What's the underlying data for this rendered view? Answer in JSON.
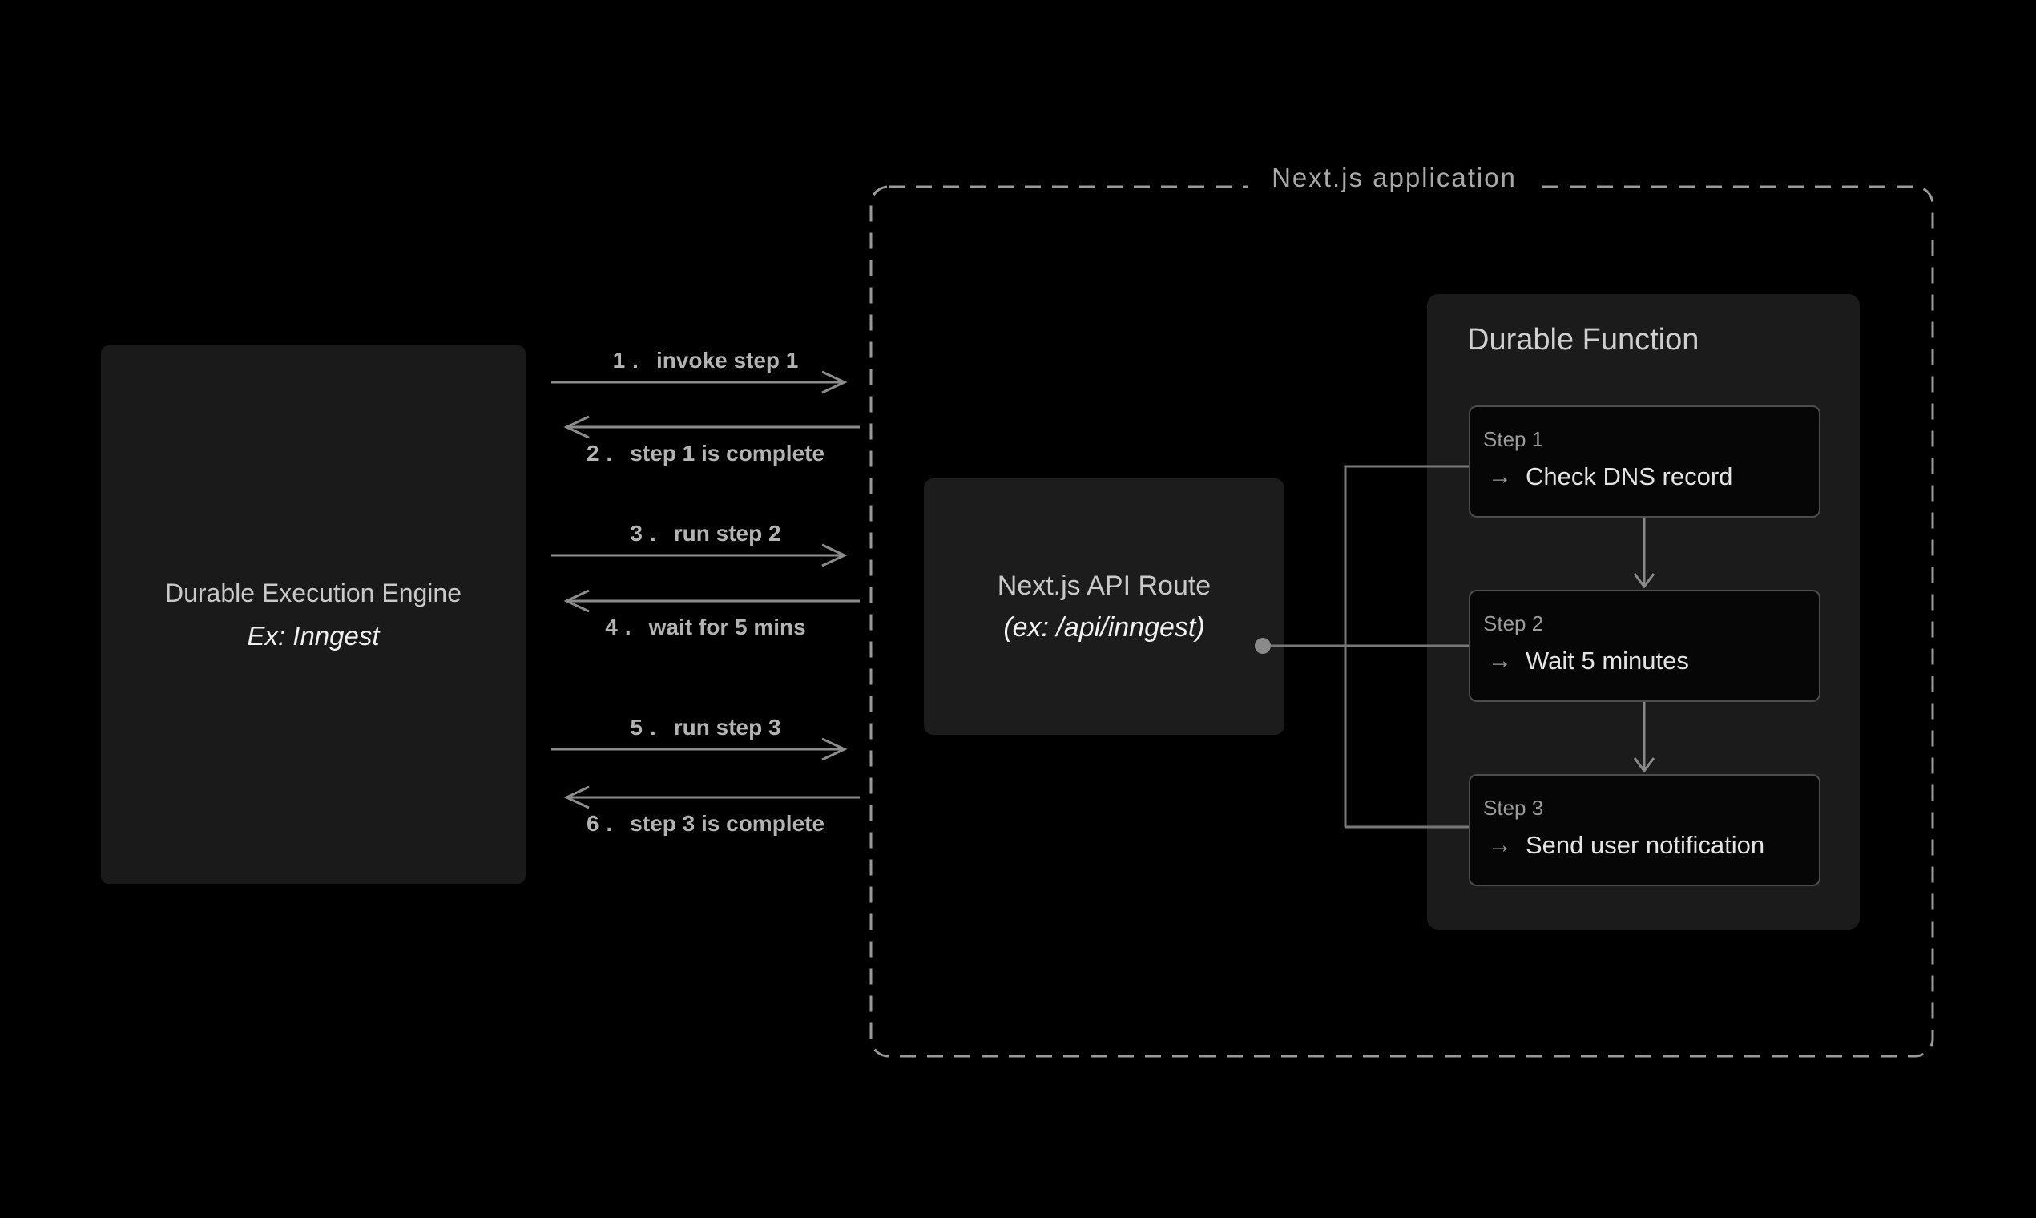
{
  "engine": {
    "title": "Durable Execution Engine",
    "subtitle": "Ex: Inngest"
  },
  "messages": [
    {
      "num": "1.",
      "label": "invoke step 1",
      "direction": "right"
    },
    {
      "num": "2.",
      "label": "step 1 is complete",
      "direction": "left"
    },
    {
      "num": "3.",
      "label": "run step 2",
      "direction": "right"
    },
    {
      "num": "4.",
      "label": "wait for 5 mins",
      "direction": "left"
    },
    {
      "num": "5.",
      "label": "run step 3",
      "direction": "right"
    },
    {
      "num": "6.",
      "label": "step 3 is complete",
      "direction": "left"
    }
  ],
  "application": {
    "title": "Next.js application",
    "api_route": {
      "title": "Next.js API Route",
      "subtitle": "(ex: /api/inngest)"
    },
    "durable_function": {
      "title": "Durable Function",
      "steps": [
        {
          "label": "Step 1",
          "action": "Check DNS record"
        },
        {
          "label": "Step 2",
          "action": "Wait 5 minutes"
        },
        {
          "label": "Step 3",
          "action": "Send user notification"
        }
      ]
    }
  },
  "icons": {
    "step_arrow": "→"
  },
  "colors": {
    "background": "#000000",
    "box_fill": "#1a1a1a",
    "step_fill": "#060606",
    "step_border": "#4d4d4d",
    "arrow_line": "#8c8c8c",
    "dashed_border": "#9a9a9a",
    "label_text": "#b3b3b3",
    "bright_text": "#f0f0f0"
  }
}
